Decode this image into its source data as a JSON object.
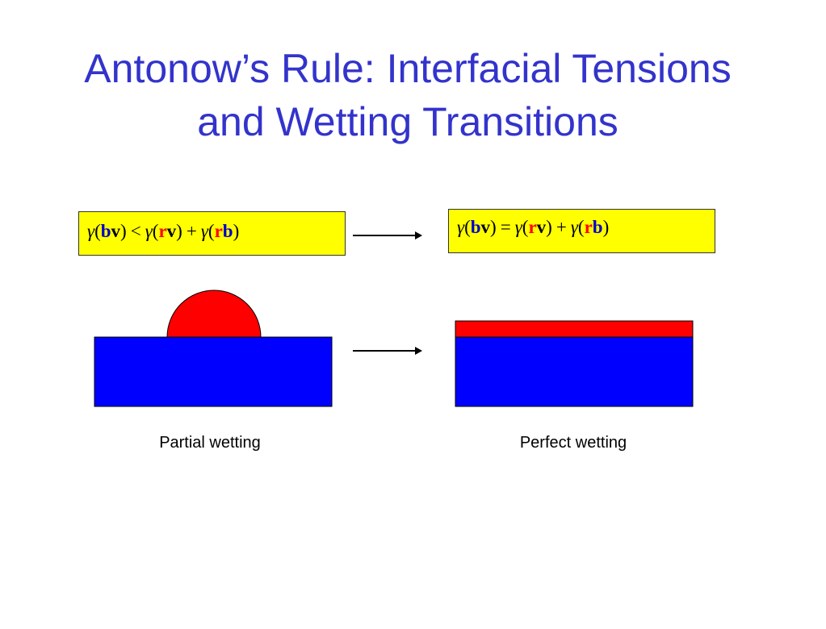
{
  "title": {
    "line1": "Antonow’s Rule: Interfacial Tensions",
    "line2": "and Wetting Transitions"
  },
  "colors": {
    "title": "#3333cc",
    "box_background": "#ffff00",
    "substrate": "#0000ff",
    "liquid": "#ff0000",
    "symbol_b": "#0000cc",
    "symbol_r": "#ff0000"
  },
  "formula_partial": {
    "gamma": "γ",
    "open": "(",
    "close": ")",
    "term1": {
      "a": "b",
      "b": "v"
    },
    "relation": "<",
    "term2": {
      "a": "r",
      "b": "v"
    },
    "plus": "+",
    "term3": {
      "a": "r",
      "b": "b"
    }
  },
  "formula_perfect": {
    "gamma": "γ",
    "open": "(",
    "close": ")",
    "term1": {
      "a": "b",
      "b": "v"
    },
    "relation": "=",
    "term2": {
      "a": "r",
      "b": "v"
    },
    "plus": "+",
    "term3": {
      "a": "r",
      "b": "b"
    }
  },
  "captions": {
    "partial": "Partial wetting",
    "perfect": "Perfect wetting"
  }
}
